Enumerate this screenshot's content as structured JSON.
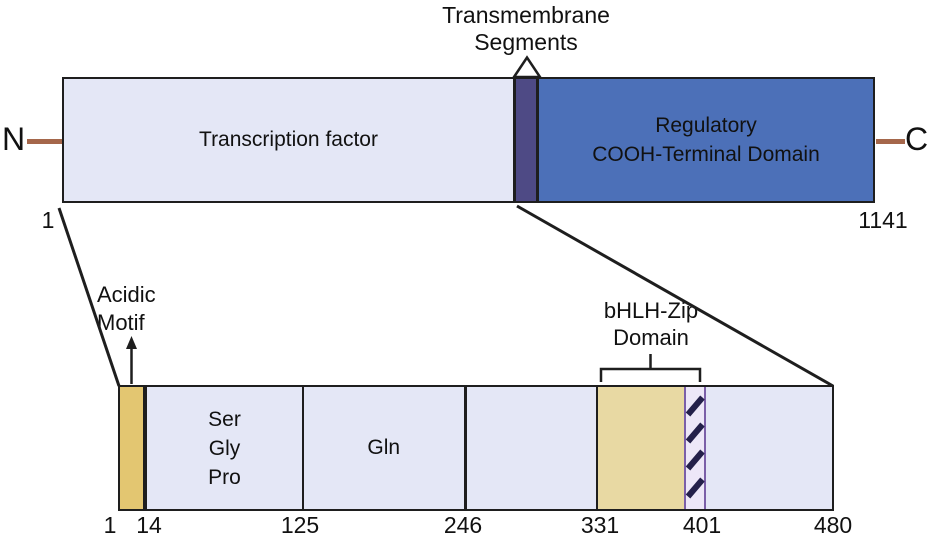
{
  "figure": {
    "type": "protein-domain-diagram",
    "top_bar": {
      "pointer_label": "Transmembrane\nSegments",
      "n_terminus": "N",
      "c_terminus": "C",
      "start_residue": "1",
      "end_residue": "1141",
      "segments": [
        {
          "name": "transcription-factor",
          "label": "Transcription factor",
          "color": "#E4E7F6"
        },
        {
          "name": "transmembrane-segments",
          "label": "",
          "color": "#4E4A85"
        },
        {
          "name": "regulatory-cooh-terminal-domain",
          "label": "Regulatory\nCOOH-Terminal Domain",
          "color": "#4C70B8"
        }
      ]
    },
    "bottom_bar": {
      "acidic_motif_label": "Acidic\nMotif",
      "bhlh_zip_label": "bHLH-Zip\nDomain",
      "ser_gly_pro_label": "Ser\nGly\nPro",
      "gln_label": "Gln",
      "ticks": [
        "1",
        "14",
        "125",
        "246",
        "331",
        "401",
        "480"
      ],
      "segment_colors": {
        "acidic_motif": "#E3C671",
        "plain": "#E4E7F6",
        "bhlh_zip": "#E8D9A3",
        "hatch_background": "#EDE7F8",
        "hatch_border": "#7B5FA8",
        "hatch_stripe": "#24204A"
      }
    },
    "colors": {
      "outline": "#1e1e1e",
      "terminus_line": "#A5674B",
      "lavender": "#E4E7F6",
      "blue": "#4C70B8",
      "dark_purple": "#4E4A85"
    }
  }
}
